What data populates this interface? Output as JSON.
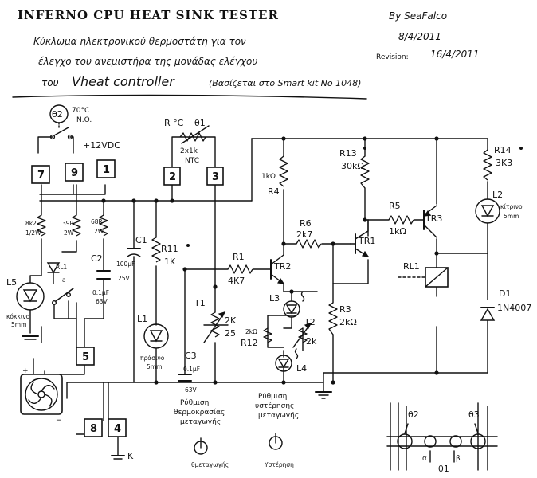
{
  "header": {
    "title": "INFERNO   CPU HEAT SINK TESTER",
    "author": "By SeaFalco",
    "date": "8/4/2011",
    "revision_label": "Revision:",
    "revision_date": "16/4/2011",
    "line1": "Κύκλωμα ηλεκτρονικού θερμοστάτη για τον",
    "line2": "έλεγχο του ανεμιστήρα της μονάδας ελέγχου",
    "line3a": "του",
    "line3b": "Vheat controller",
    "line3c": "(Βασίζεται στο Smart kit No 1048)"
  },
  "terminals": {
    "t1": "1",
    "t2": "2",
    "t3": "3",
    "t4": "4",
    "t5": "5",
    "t7": "7",
    "t8": "8",
    "t9": "9"
  },
  "labels": {
    "theta2": "θ2",
    "theta2_spec": "70°C",
    "theta2_no": "N.O.",
    "supply": "+12VDC",
    "rtc": "R °C",
    "theta1": "θ1",
    "ntc_value": "2x1k",
    "ntc": "NTC",
    "r_8k2": "8k2",
    "r_8k2_w": "1/2W",
    "r_39r": "39R",
    "r_39r_w": "2W",
    "r_68r": "68R",
    "r_68r_w": "2W",
    "rl1a": "RL1",
    "rl1a_sub": "a",
    "l5": "L5",
    "l5_note1": "κόκκινο",
    "l5_note2": "5mm",
    "c2": "C2",
    "c2_val": "0.1μF",
    "c2_volt": "63V",
    "c1": "C1",
    "c1_val": "100μF",
    "c1_volt": "25V",
    "r11": "R11",
    "r11_val": "1K",
    "l1": "L1",
    "l1_note1": "πράσινο",
    "l1_note2": "5mm",
    "r1": "R1",
    "r1_val": "4K7",
    "t1_label": "T1",
    "t1_val": "2K",
    "t1_turns": "25",
    "c3": "C3",
    "c3_val": "0.1μF",
    "c3_volt": "63V",
    "r4": "R4",
    "r4_val": "1kΩ",
    "r6": "R6",
    "r6_val": "2k7",
    "tr2": "TR2",
    "tr1": "TR1",
    "l3": "L3",
    "r12": "R12",
    "r12_val": "2kΩ",
    "t2": "T2",
    "t2_val": "2k",
    "l4": "L4",
    "r3": "R3",
    "r3_val": "2kΩ",
    "r13": "R13",
    "r13_val": "30kΩ",
    "r5": "R5",
    "r5_val": "1kΩ",
    "tr3": "TR3",
    "rl1": "RL1",
    "r14": "R14",
    "r14_val": "3K3",
    "l2": "L2",
    "l2_note1": "κίτρινο",
    "l2_note2": "5mm",
    "d1": "D1",
    "d1_val": "1N4007",
    "k": "K",
    "adj1_line1": "Ρύθμιση",
    "adj1_line2": "θερμοκρασίας",
    "adj1_line3": "μεταγωγής",
    "adj2_line1": "Ρύθμιση",
    "adj2_line2": "υστέρησης",
    "adj2_line3": "μεταγωγής",
    "knob1": "θμεταγωγής",
    "knob2": "Υστέρηση",
    "inset_theta2": "θ2",
    "inset_theta3": "θ3",
    "inset_theta1": "θ1",
    "inset_a": "α",
    "inset_b": "β"
  }
}
